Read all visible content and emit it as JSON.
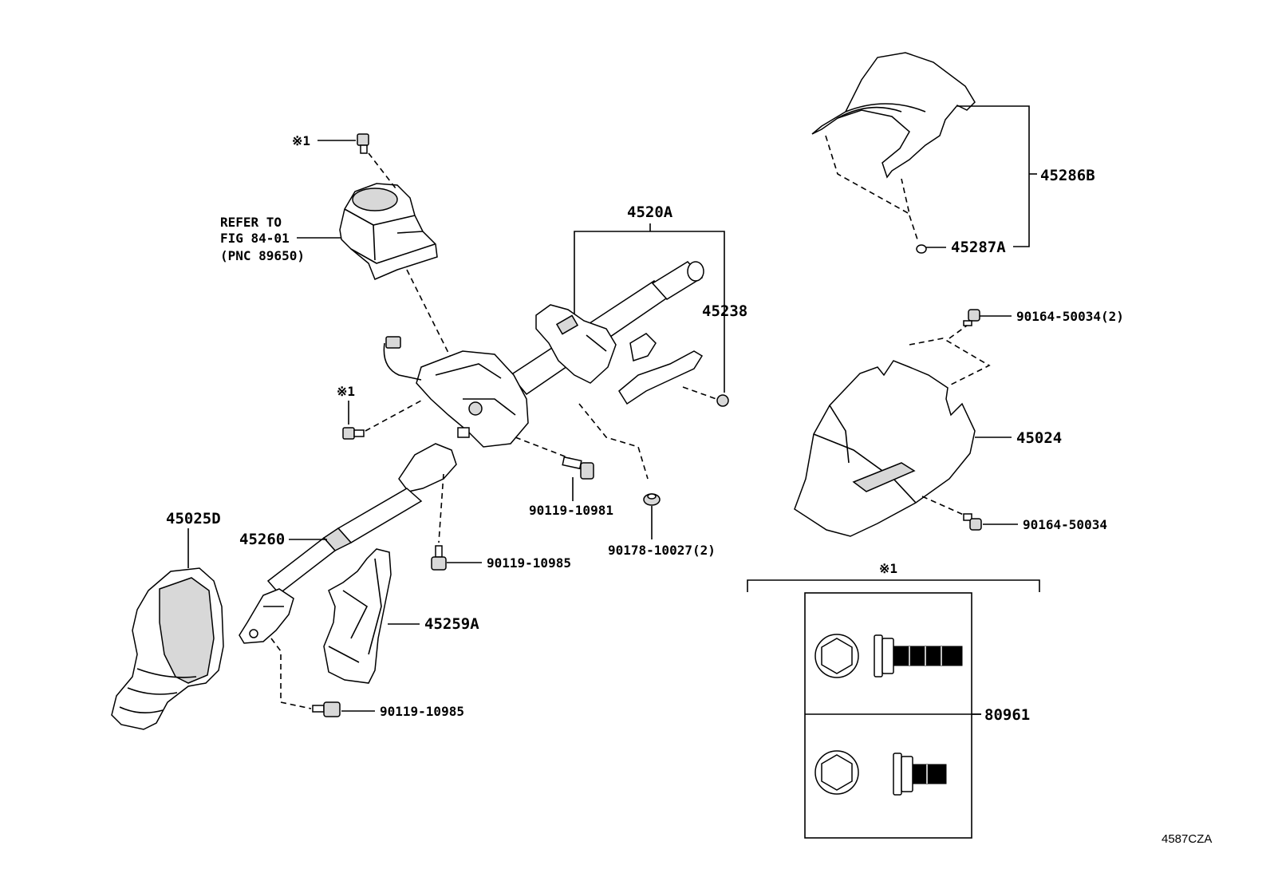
{
  "labels": {
    "l45286B": "45286B",
    "l45287A": "45287A",
    "l4520A": "4520A",
    "l45238": "45238",
    "l90164_2": "90164-50034(2)",
    "l45024": "45024",
    "l90164": "90164-50034",
    "l90119_10981": "90119-10981",
    "l90178": "90178-10027(2)",
    "l45025D": "45025D",
    "l45260": "45260",
    "l90119_10985_a": "90119-10985",
    "l45259A": "45259A",
    "l90119_10985_b": "90119-10985",
    "l80961": "80961"
  },
  "refer": {
    "line1": "REFER TO",
    "line2": "FIG 84-01",
    "line3": "(PNC 89650)"
  },
  "notes": {
    "n1_top": "※1",
    "n1_mid": "※1",
    "n1_kit": "※1"
  },
  "figure_id": "4587CZA"
}
